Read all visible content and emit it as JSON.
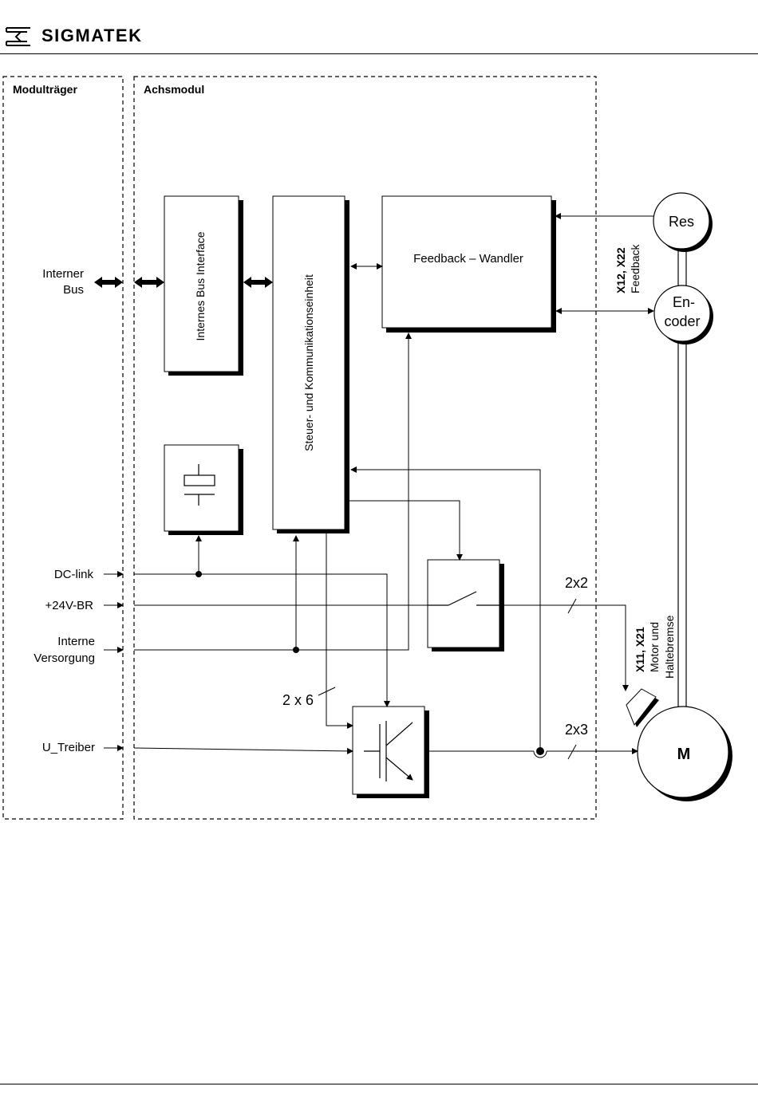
{
  "header": {
    "brand": "SIGMATEK"
  },
  "diagram": {
    "carrier_title": "Modulträger",
    "axis_title": "Achsmodul",
    "blocks": {
      "bus_interface": "Internes Bus Interface",
      "control_unit": "Steuer- und Kommunikationseinheit",
      "feedback_converter": "Feedback – Wandler"
    },
    "inputs": {
      "internal_bus": [
        "Interner",
        "Bus"
      ],
      "dc_link": "DC-link",
      "plus24v": "+24V-BR",
      "internal_supply": [
        "Interne",
        "Versorgung"
      ],
      "u_driver": "U_Treiber"
    },
    "resolver": "Res",
    "encoder": [
      "En-",
      "coder"
    ],
    "motor": "M",
    "feedback_connector": {
      "ports": "X12, X22",
      "label": "Feedback"
    },
    "motor_connector": {
      "ports": "X11, X21",
      "line1": "Motor und",
      "line2": "Haltebremse"
    },
    "bus_count_2x6": "2 x 6",
    "brake_lines": "2x2",
    "motor_lines": "2x3"
  }
}
